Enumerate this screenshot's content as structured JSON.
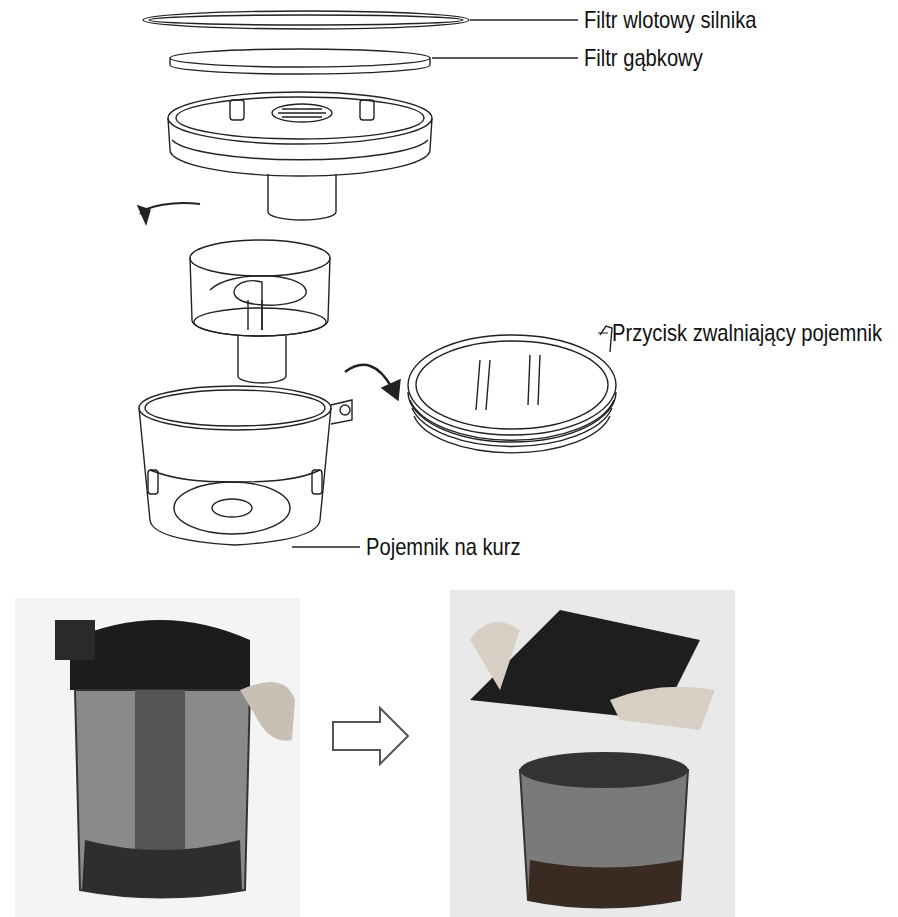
{
  "diagram": {
    "labels": [
      "Filtr wlotowy silnika",
      "Filtr gąbkowy",
      "Przycisk zwalniający pojemnik",
      "Pojemnik na kurz"
    ]
  }
}
